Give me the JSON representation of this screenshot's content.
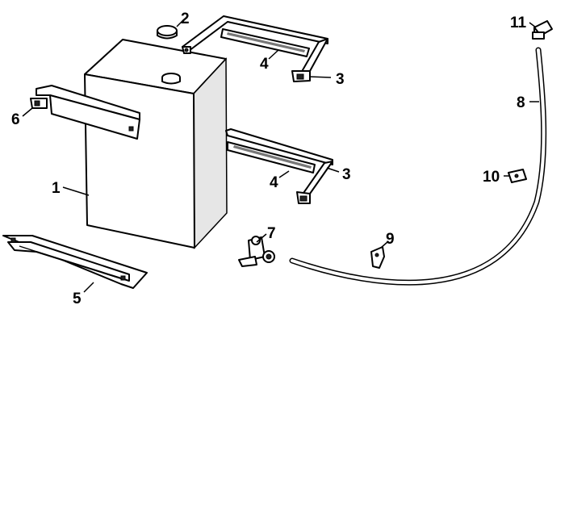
{
  "callouts": {
    "c1": "1",
    "c2": "2",
    "c3a": "3",
    "c3b": "3",
    "c4a": "4",
    "c4b": "4",
    "c5": "5",
    "c6": "6",
    "c7": "7",
    "c8": "8",
    "c9": "9",
    "c10": "10",
    "c11": "11"
  },
  "colors": {
    "line": "#000000",
    "background": "#ffffff",
    "shade": "#e6e6e6"
  }
}
